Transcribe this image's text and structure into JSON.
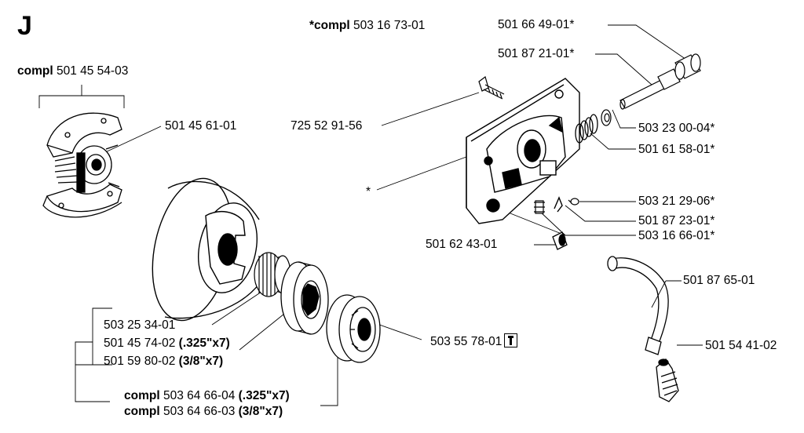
{
  "section": "J",
  "parts": {
    "compl_clutch": {
      "prefix": "compl",
      "number": "501 45 54-03"
    },
    "clutch_shoe": {
      "number": "501 45 61-01"
    },
    "pump_compl": {
      "prefix": "*compl",
      "number": "503 16 73-01"
    },
    "screw": {
      "number": "725 52 91-56"
    },
    "star": {
      "number": "*"
    },
    "bushing": {
      "number": "501 66 49-01*"
    },
    "shaft": {
      "number": "501 87 21-01*"
    },
    "washer": {
      "number": "503 23 00-04*"
    },
    "spring": {
      "number": "501 61 58-01*"
    },
    "pin": {
      "number": "503 21 29-06*"
    },
    "clip": {
      "number": "501 87 23-01*"
    },
    "valve": {
      "number": "503 16 66-01*"
    },
    "nut": {
      "number": "501 62 43-01"
    },
    "hose": {
      "number": "501 87 65-01"
    },
    "filter": {
      "number": "501 54 41-02"
    },
    "needle_bearing": {
      "number": "503 25 34-01"
    },
    "rim_325": {
      "number": "501 45 74-02",
      "spec": "(.325\"x7)"
    },
    "rim_38": {
      "number": "501 59 80-02",
      "spec": "(3/8\"x7)"
    },
    "rim_sprocket": {
      "number": "503 55 78-01"
    },
    "drum_325": {
      "prefix": "compl",
      "number": "503 64 66-04",
      "spec": "(.325\"x7)"
    },
    "drum_38": {
      "prefix": "compl",
      "number": "503 64 66-03",
      "spec": "(3/8\"x7)"
    }
  }
}
